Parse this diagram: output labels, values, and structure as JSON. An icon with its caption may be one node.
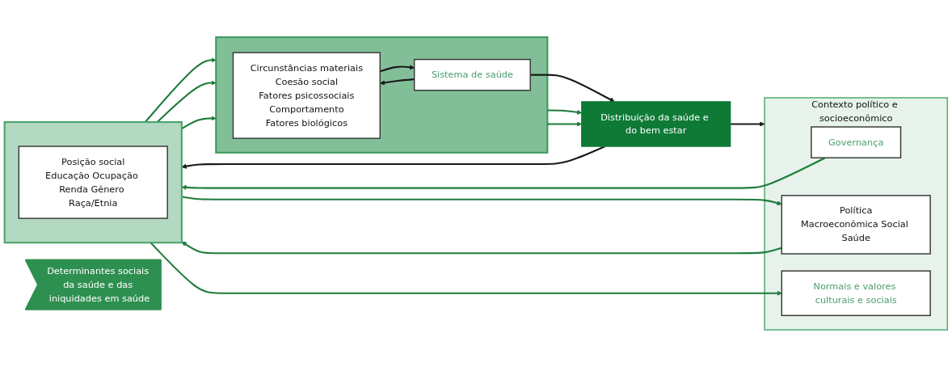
{
  "diagram": {
    "nodes": [
      {
        "text": [
          "Contexto político e socioeconômico"
        ]
      },
      {
        "text": [
          "Governança"
        ],
        "in": 0
      },
      {
        "text": [
          "Política",
          "Macroeconômica Social Saúde"
        ],
        "in": 0
      },
      {
        "text": [
          "Normais e valores culturais e sociais"
        ],
        "in": 0
      },
      {
        "text": [],
        "shape": "box"
      },
      {
        "text": [
          "Posição social",
          "Educação Ocupação Renda Gênero Raça/Etnia"
        ],
        "in": 4
      },
      {
        "text": [],
        "shape": "box"
      },
      {
        "text": [
          "Circunstâncias materiais",
          "Coesão social",
          "Fatores psicossociais",
          "Comportamento",
          "Fatores biológicos"
        ],
        "in": 6
      },
      {
        "text": [
          "Sistema de saúde"
        ],
        "in": 6
      },
      {
        "text": [
          "Distribuição da saúde e do bem estar"
        ]
      },
      {
        "text": [
          "Determinantes sociais da saúde e das iniquidades em saúde"
        ]
      }
    ],
    "edges": [
      {
        "from": 1,
        "to": 4,
        "arrow": "to"
      },
      {
        "from": 4,
        "to": 2,
        "arrow": "to"
      },
      {
        "from": 2,
        "to": 4,
        "arrow": "to"
      },
      {
        "from": 4,
        "to": 3,
        "arrow": "to"
      },
      {
        "from": 4,
        "to": 6,
        "arrow": "to"
      },
      {
        "from": 4,
        "to": 6,
        "arrow": "to"
      },
      {
        "from": 4,
        "to": 6,
        "arrow": "to"
      },
      {
        "from": 6,
        "to": 9,
        "arrow": "to"
      },
      {
        "from": 6,
        "to": 9,
        "arrow": "to"
      },
      {
        "from": 7,
        "to": 8,
        "arrow": "to",
        "color": "#1a1a1a"
      },
      {
        "from": 8,
        "to": 7,
        "arrow": "to",
        "color": "#1a1a1a"
      },
      {
        "from": 8,
        "to": 9,
        "arrow": "to",
        "color": "#1a1a1a"
      },
      {
        "from": 9,
        "to": 0,
        "arrow": "to",
        "color": "#1a1a1a"
      },
      {
        "from": 9,
        "to": 4,
        "arrow": "to",
        "color": "#1a1a1a"
      }
    ]
  }
}
